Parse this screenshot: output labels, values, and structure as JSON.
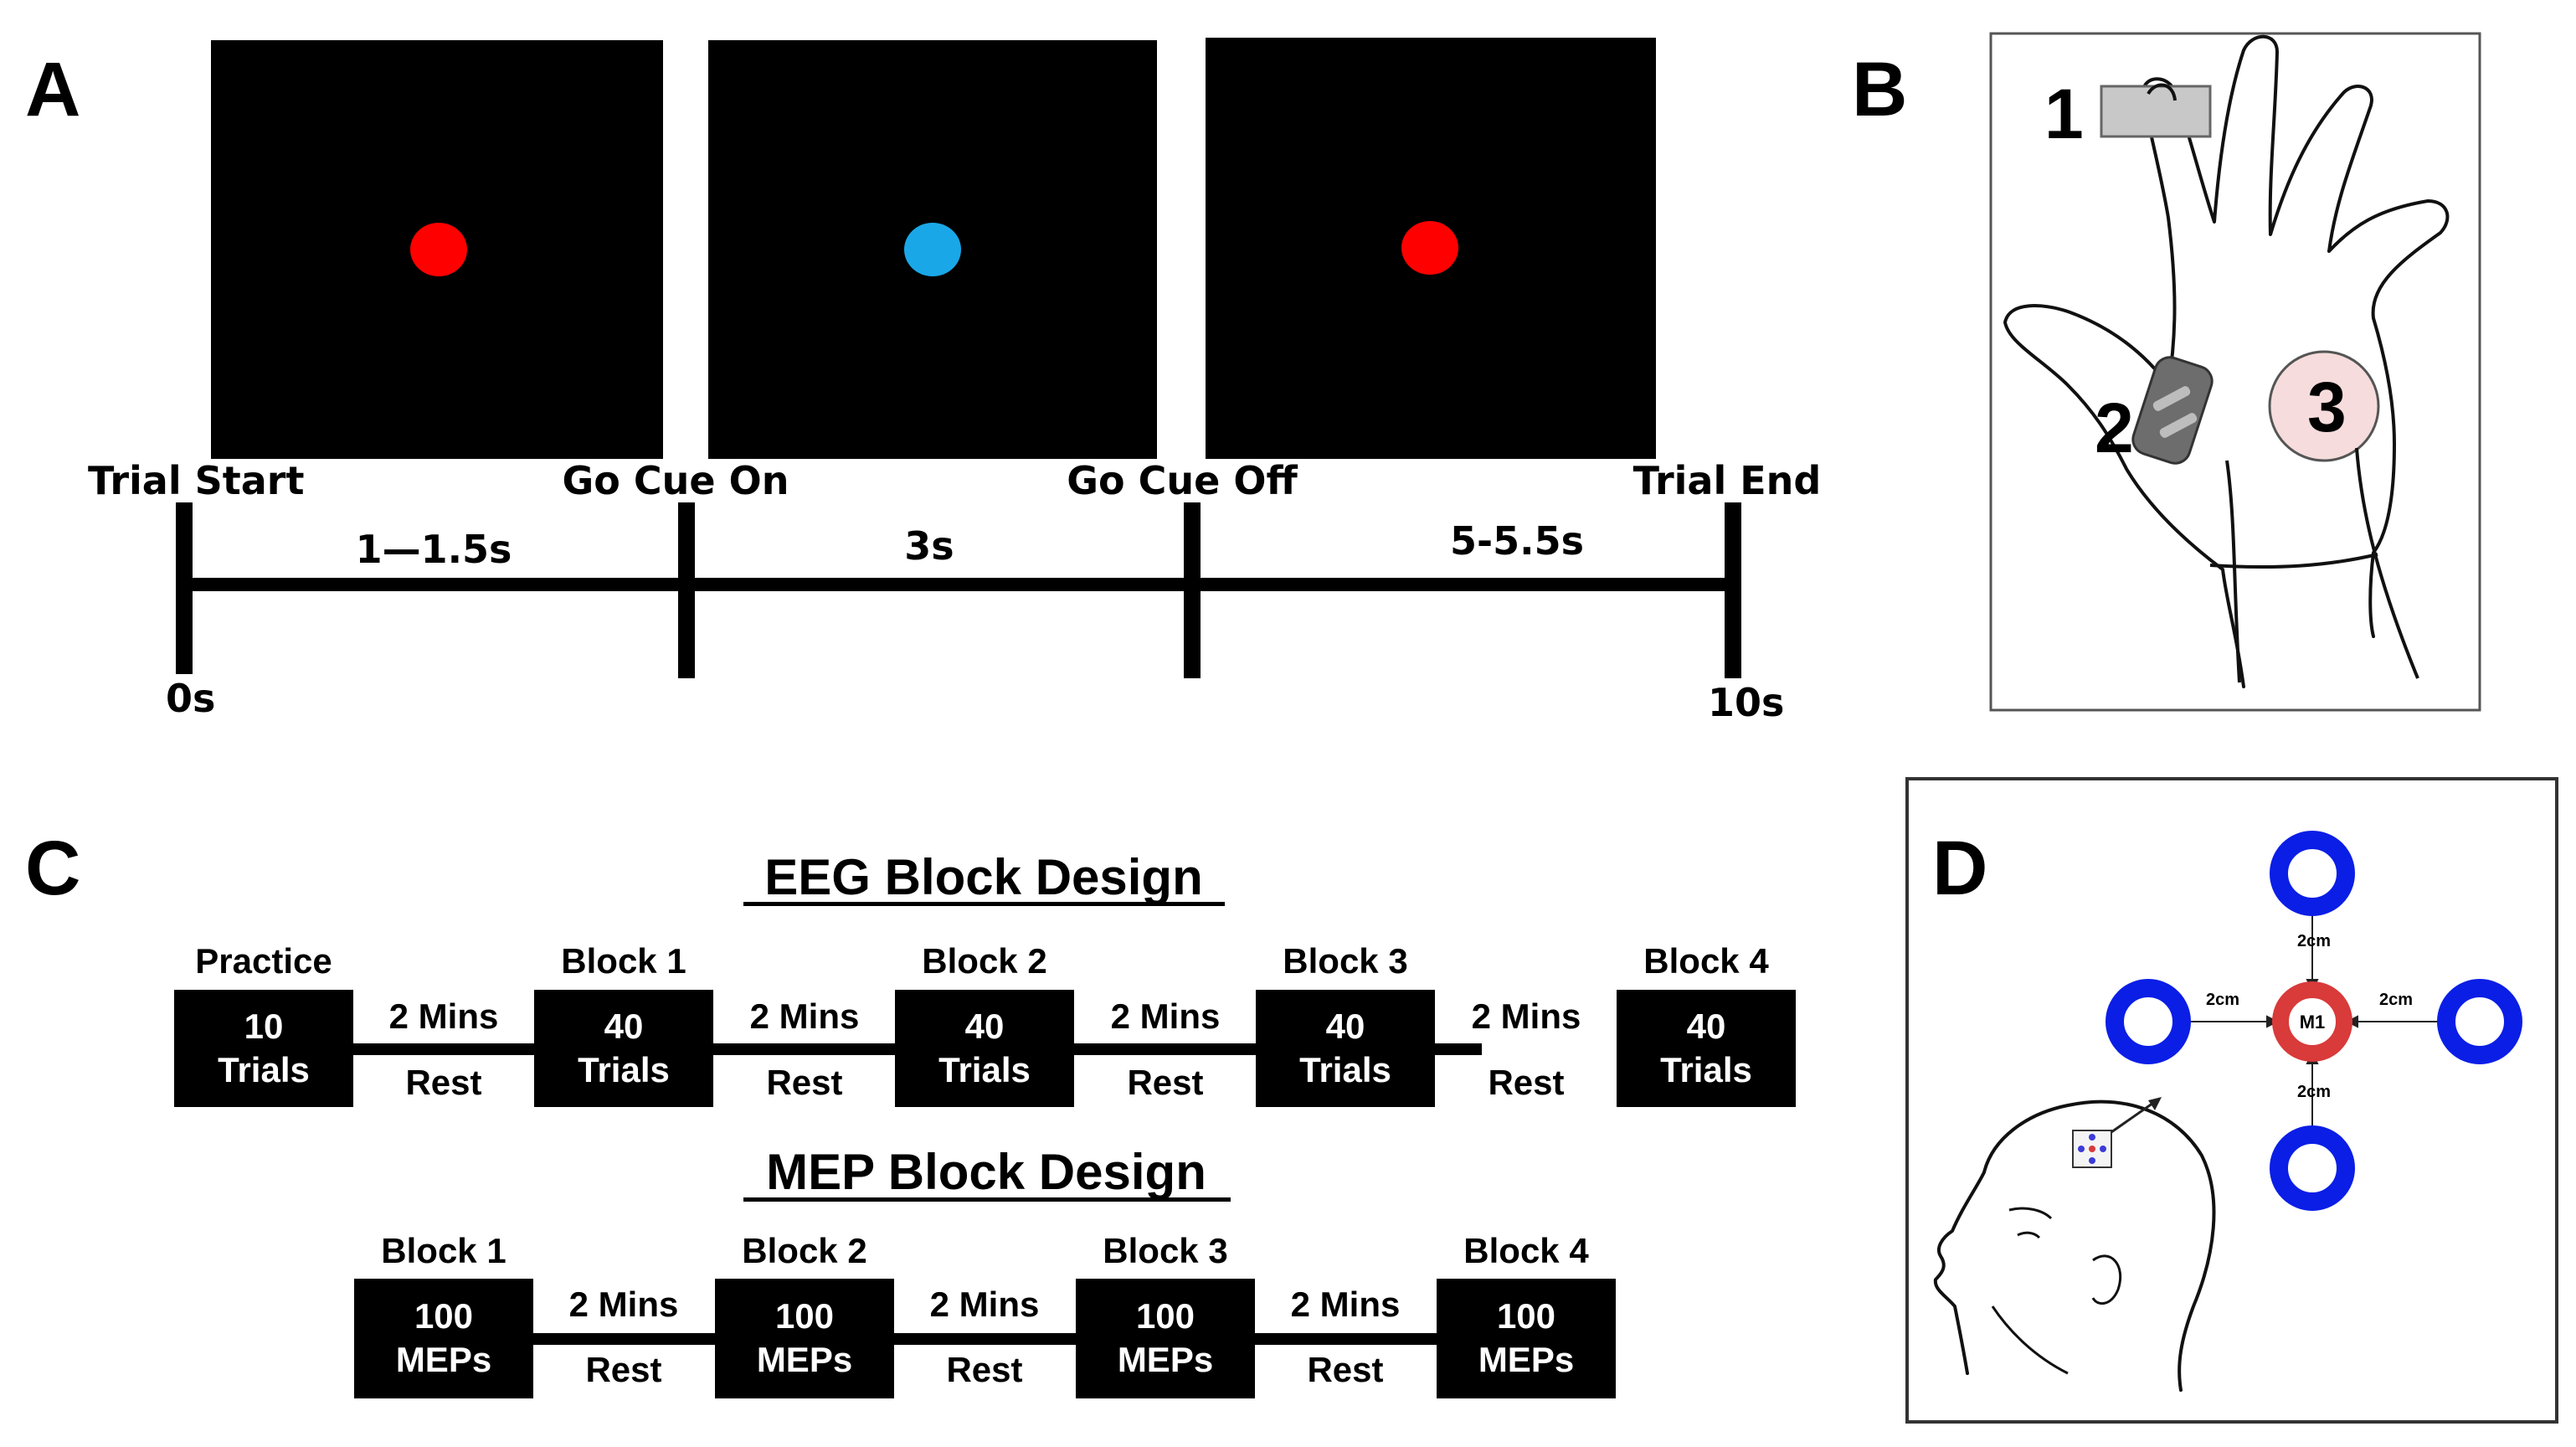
{
  "panel_a": {
    "letter": "A",
    "screens": [
      {
        "dot_color": "#ff0000"
      },
      {
        "dot_color": "#1aa7e8"
      },
      {
        "dot_color": "#ff0000"
      }
    ],
    "events": [
      "Trial Start",
      "Go Cue On",
      "Go Cue Off",
      "Trial End"
    ],
    "durations": [
      "1—1.5s",
      "3s",
      "5-5.5s"
    ],
    "time_start": "0s",
    "time_end": "10s"
  },
  "panel_b": {
    "letter": "B",
    "labels": [
      "1",
      "2",
      "3"
    ]
  },
  "panel_c": {
    "letter": "C",
    "eeg": {
      "title": "EEG Block Design",
      "blocks": [
        {
          "label": "Practice",
          "line1": "10",
          "line2": "Trials"
        },
        {
          "label": "Block 1",
          "line1": "40",
          "line2": "Trials"
        },
        {
          "label": "Block 2",
          "line1": "40",
          "line2": "Trials"
        },
        {
          "label": "Block 3",
          "line1": "40",
          "line2": "Trials"
        },
        {
          "label": "Block 4",
          "line1": "40",
          "line2": "Trials"
        }
      ]
    },
    "mep": {
      "title": "MEP Block Design",
      "blocks": [
        {
          "label": "Block 1",
          "line1": "100",
          "line2": "MEPs"
        },
        {
          "label": "Block 2",
          "line1": "100",
          "line2": "MEPs"
        },
        {
          "label": "Block 3",
          "line1": "100",
          "line2": "MEPs"
        },
        {
          "label": "Block 4",
          "line1": "100",
          "line2": "MEPs"
        }
      ]
    },
    "rest_top": "2 Mins",
    "rest_bottom": "Rest"
  },
  "panel_d": {
    "letter": "D",
    "center_label": "M1",
    "distance": "2cm",
    "ring_color": "#0a1ee6",
    "center_color": "#d93a3a"
  }
}
